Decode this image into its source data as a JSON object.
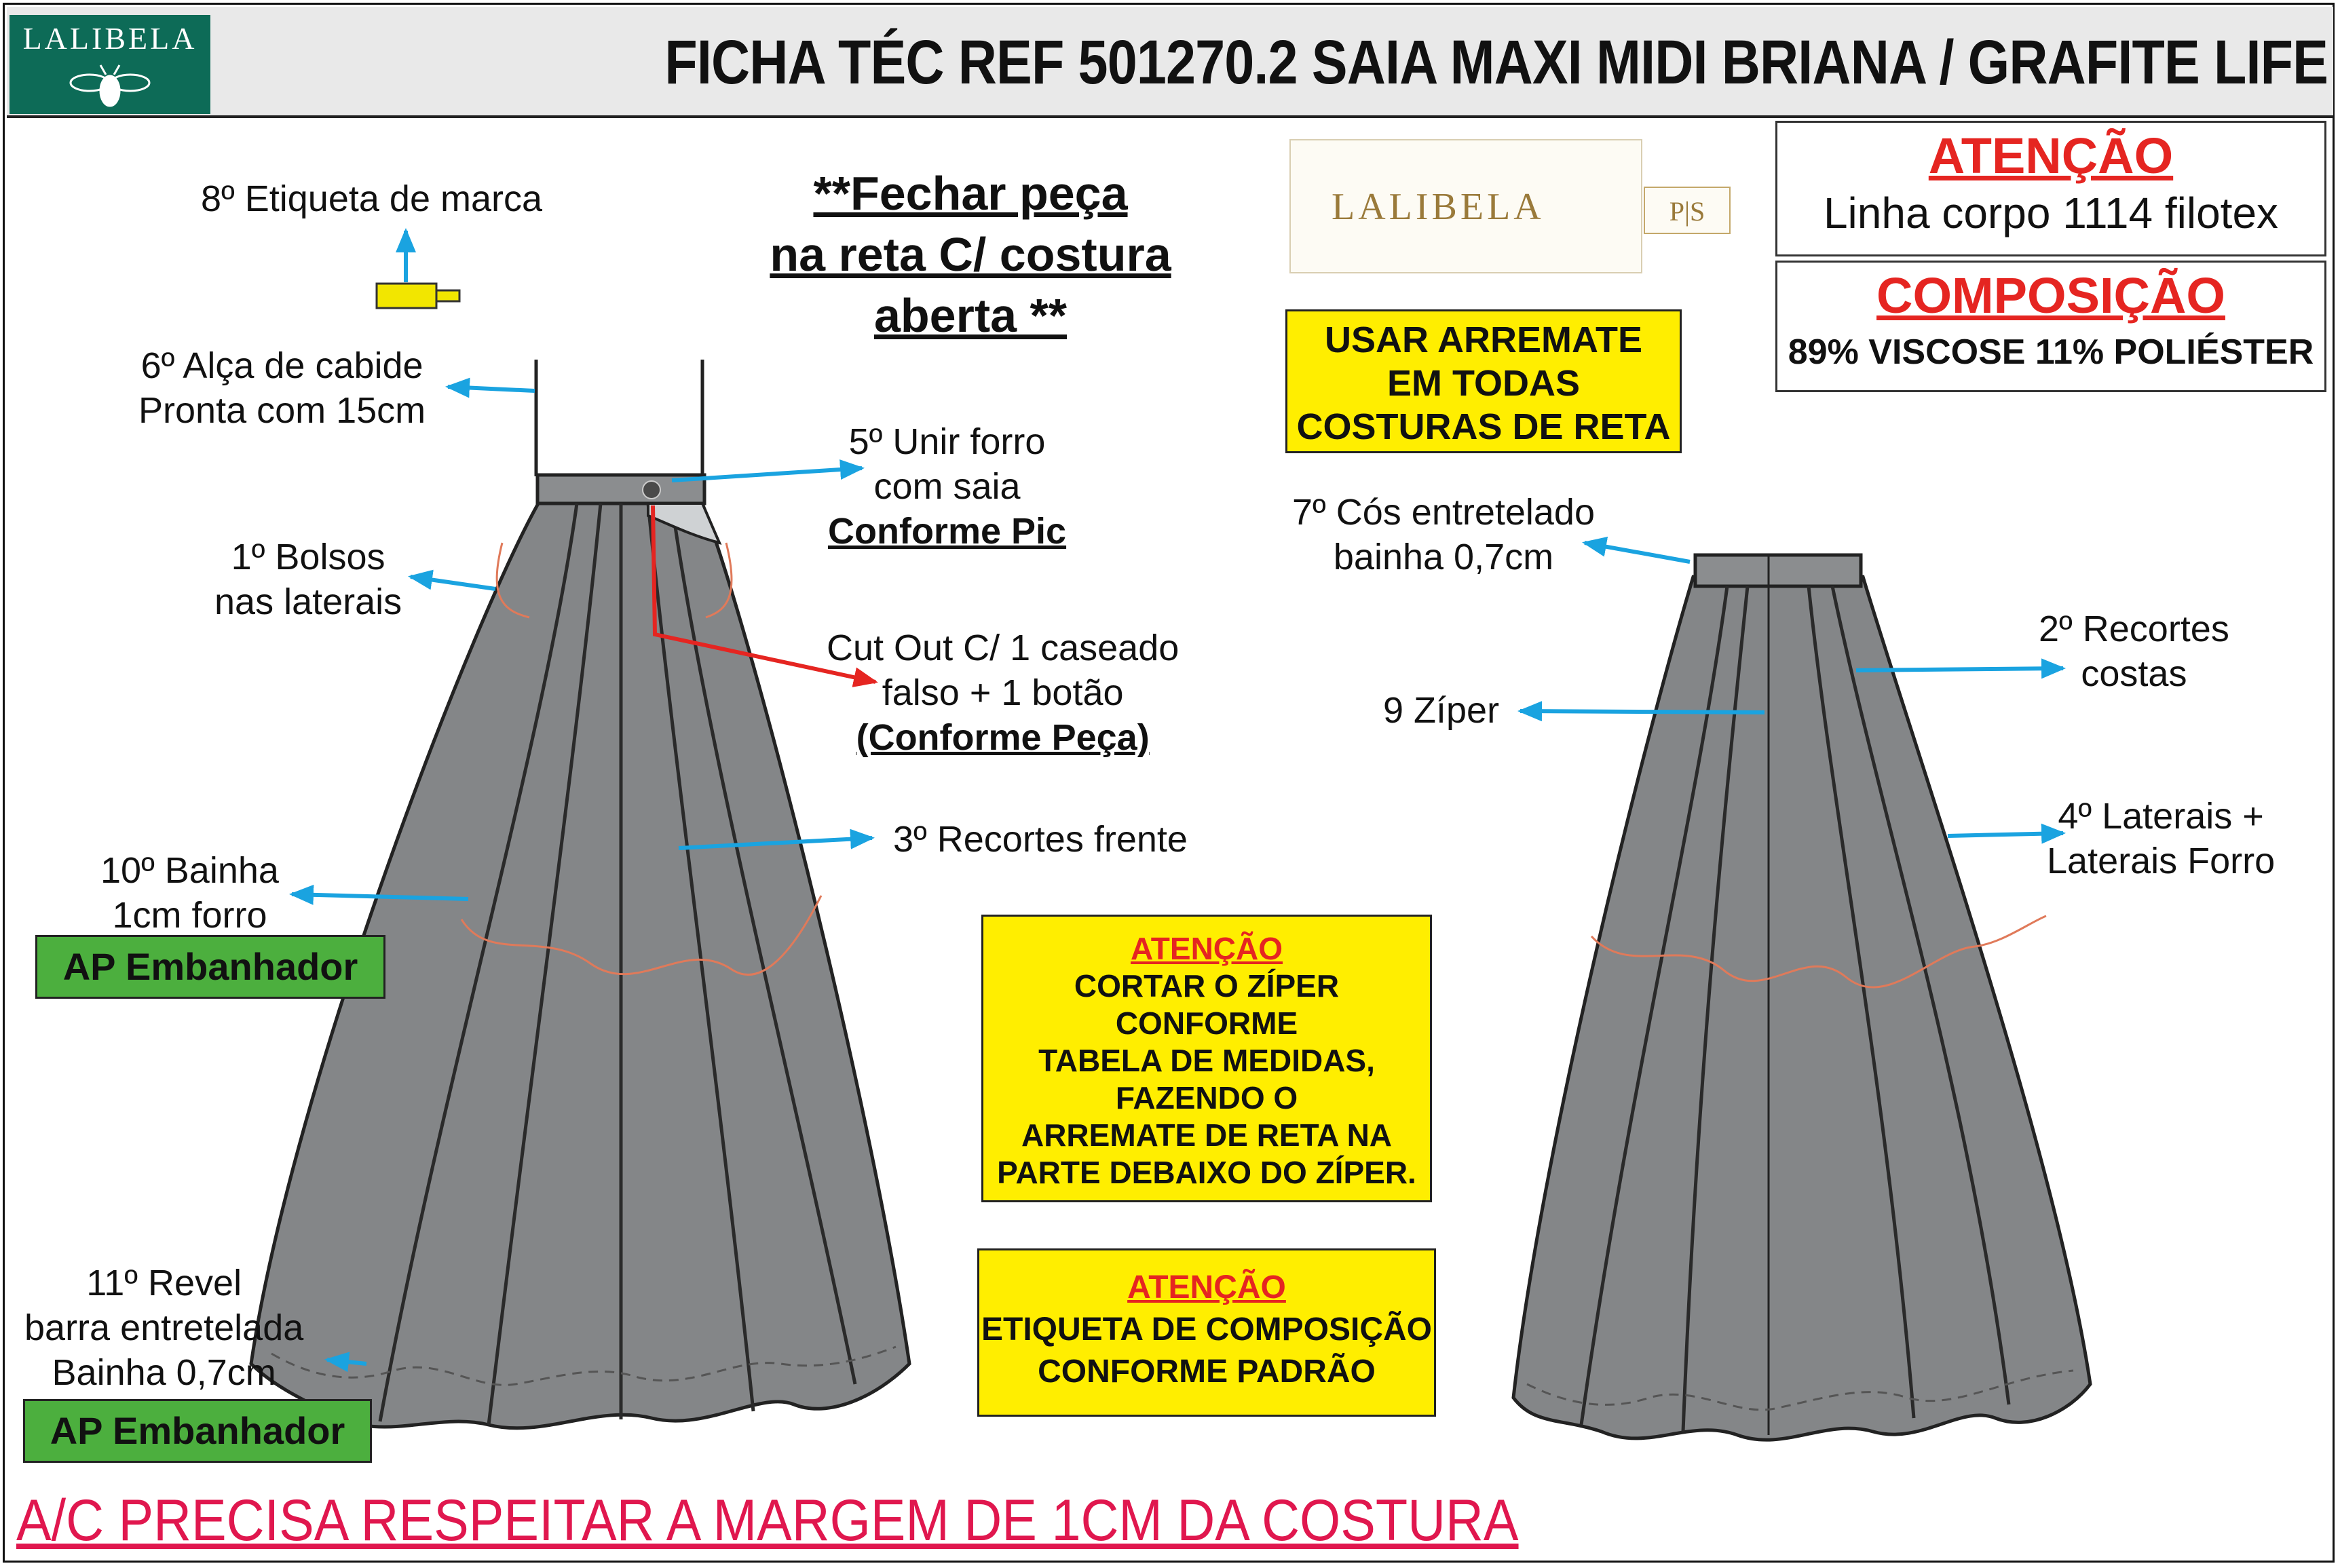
{
  "header": {
    "brand": "LALIBELA",
    "title": "FICHA TÉC REF 501270.2 SAIA MAXI MIDI BRIANA / GRAFITE LIFE"
  },
  "labels": {
    "label_etiqueta": "8º Etiqueta de marca",
    "fechar_line1": "**Fechar peça",
    "fechar_line2": "na reta C/ costura",
    "fechar_line3": "aberta **",
    "alca_line1": "6º Alça de cabide",
    "alca_line2": "Pronta com 15cm",
    "unir_line1": "5º Unir forro",
    "unir_line2": "com saia",
    "unir_line3": "Conforme Pic",
    "bolsos_line1": "1º Bolsos",
    "bolsos_line2": "nas laterais",
    "cutout_line1": "Cut Out C/ 1 caseado",
    "cutout_line2": "falso + 1 botão",
    "cutout_line3": "(Conforme Peça)",
    "recortes_frente": "3º Recortes frente",
    "bainha_line1": "10º Bainha",
    "bainha_line2": "1cm forro",
    "revel_line1": "11º Revel",
    "revel_line2": "barra entretelada",
    "revel_line3": "Bainha 0,7cm",
    "cos_line1": "7º Cós entretelado",
    "cos_line2": "bainha 0,7cm",
    "recortes_costas_line1": "2º Recortes",
    "recortes_costas_line2": "costas",
    "ziper": "9 Zíper",
    "laterais_line1": "4º Laterais +",
    "laterais_line2": "Laterais Forro"
  },
  "tag": {
    "brand": "LALIBELA",
    "size": "P|S"
  },
  "boxes": {
    "arremate": [
      "USAR ARREMATE",
      "EM TODAS",
      "COSTURAS DE RETA"
    ],
    "atencao_ziper": {
      "head": "ATENÇÃO",
      "lines": [
        "CORTAR O ZÍPER",
        "CONFORME",
        "TABELA DE MEDIDAS,",
        "FAZENDO O",
        "ARREMATE DE RETA NA",
        "PARTE DEBAIXO DO ZÍPER."
      ]
    },
    "atencao_etiqueta": {
      "head": "ATENÇÃO",
      "lines": [
        "ETIQUETA DE COMPOSIÇÃO",
        "CONFORME PADRÃO"
      ]
    },
    "ap1": "AP Embanhador",
    "ap2": "AP Embanhador"
  },
  "info": {
    "atencao_head": "ATENÇÃO",
    "atencao_text": "Linha corpo 1114 filotex",
    "composicao_head": "COMPOSIÇÃO",
    "composicao_text": "89% VISCOSE 11% POLIÉSTER"
  },
  "footer": "A/C PRECISA RESPEITAR A MARGEM DE 1CM DA COSTURA",
  "colors": {
    "skirt": "#848688",
    "arrow_blue": "#1aa3e0",
    "arrow_red": "#e52521",
    "yellow": "#ffee00",
    "green": "#4caf3e",
    "logo_green": "#0d6b57"
  }
}
